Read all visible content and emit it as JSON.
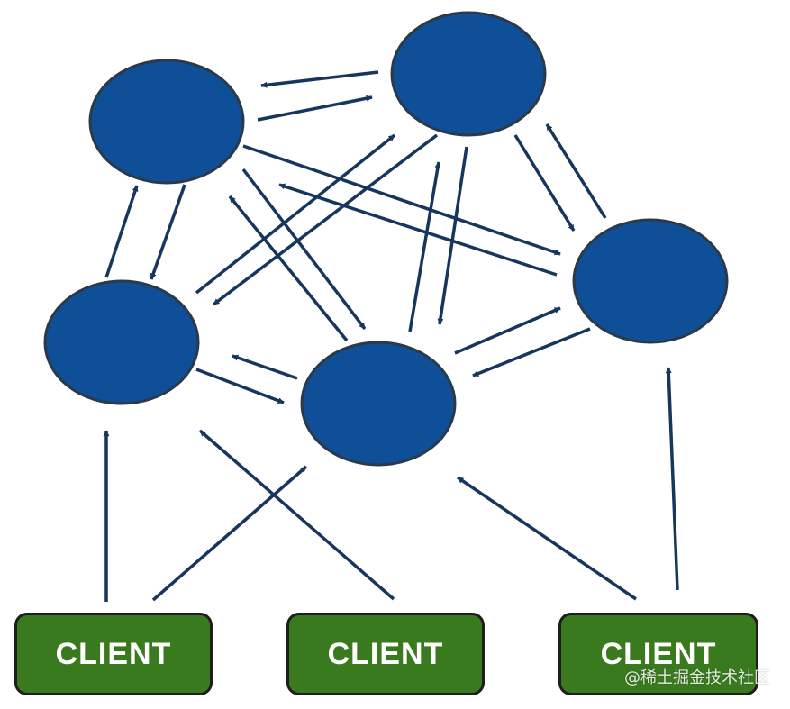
{
  "colors": {
    "node_fill": "#0f4f98",
    "node_stroke": "#2b3a4a",
    "arrow": "#16365e",
    "client_fill": "#3a7a1e",
    "client_text": "#ffffff"
  },
  "clients": [
    {
      "label": "CLIENT"
    },
    {
      "label": "CLIENT"
    },
    {
      "label": "CLIENT"
    }
  ],
  "nodes": [
    {
      "id": "n1"
    },
    {
      "id": "n2"
    },
    {
      "id": "n3"
    },
    {
      "id": "n4"
    },
    {
      "id": "n5"
    }
  ],
  "watermark": "@稀土掘金技术社区"
}
